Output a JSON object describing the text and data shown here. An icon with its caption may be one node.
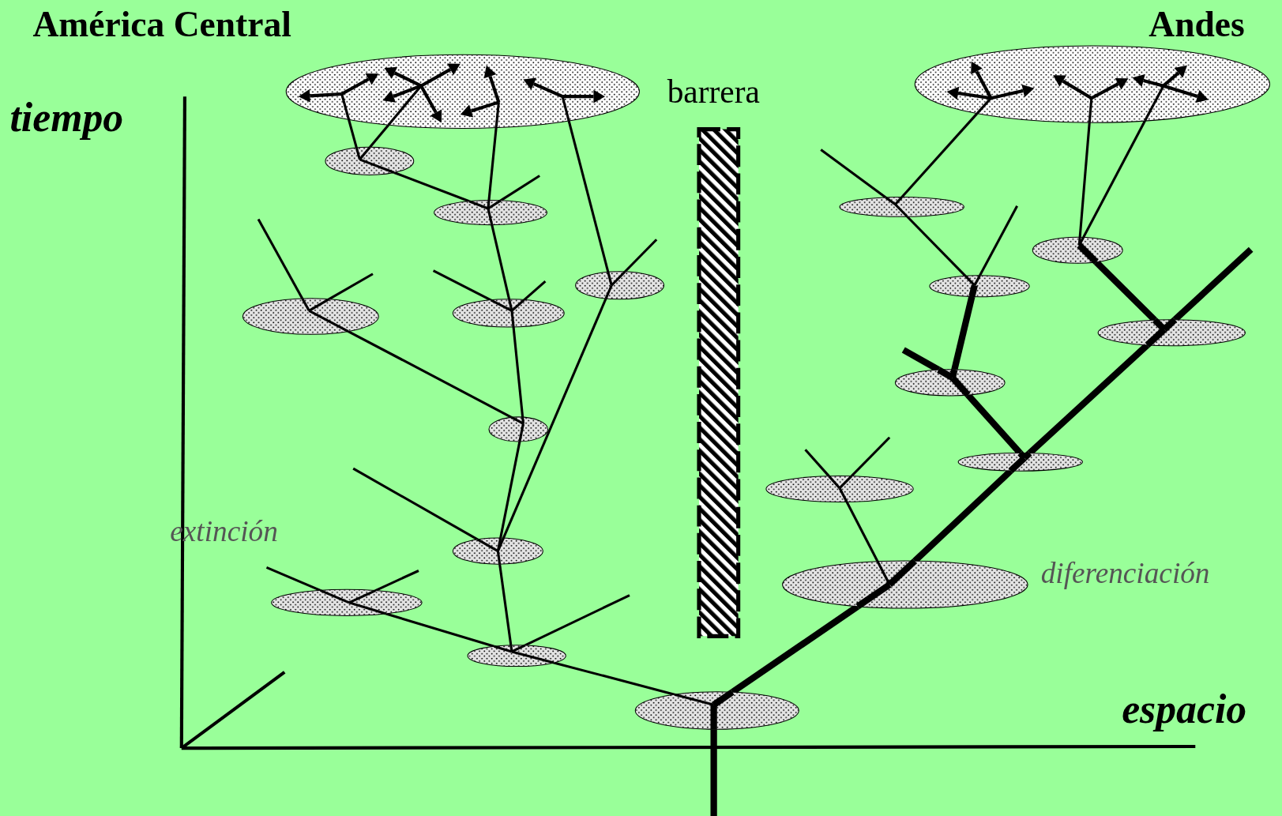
{
  "diagram": {
    "nodes": [
      {
        "text": [],
        "shape": "ellipse"
      },
      {
        "text": [
          "barrera"
        ]
      },
      {
        "text": [],
        "shape": "ellipse"
      },
      {
        "text": [],
        "shape": "ellipse"
      },
      {
        "text": [],
        "shape": "ellipse"
      },
      {
        "text": [],
        "shape": "ellipse"
      },
      {
        "text": [],
        "shape": "ellipse"
      },
      {
        "text": [],
        "shape": "ellipse"
      },
      {
        "text": [],
        "shape": "ellipse"
      },
      {
        "text": [],
        "shape": "ellipse"
      },
      {
        "text": [],
        "shape": "ellipse"
      },
      {
        "text": [],
        "shape": "ellipse"
      },
      {
        "text": [],
        "shape": "ellipse"
      },
      {
        "text": [],
        "shape": "ellipse"
      },
      {
        "text": [],
        "shape": "ellipse"
      },
      {
        "text": [],
        "shape": "ellipse"
      },
      {
        "text": [],
        "shape": "ellipse"
      },
      {
        "text": [],
        "shape": "ellipse"
      },
      {
        "text": [],
        "shape": "ellipse"
      },
      {
        "text": [],
        "shape": "ellipse"
      },
      {
        "text": [],
        "shape": "ellipse"
      }
    ],
    "edges": [
      {
        "from": 20,
        "to": null,
        "arrow": "none",
        "style": "thick"
      },
      {
        "from": 20,
        "to": 19,
        "arrow": "none"
      },
      {
        "from": 20,
        "to": 17,
        "arrow": "none",
        "style": "thick"
      },
      {
        "from": 19,
        "to": 18,
        "arrow": "none"
      },
      {
        "from": 19,
        "to": 16,
        "arrow": "none"
      },
      {
        "from": 19,
        "to": null,
        "arrow": "none"
      },
      {
        "from": 18,
        "to": null,
        "arrow": "none"
      },
      {
        "from": 18,
        "to": null,
        "arrow": "none"
      },
      {
        "from": 16,
        "to": 13,
        "arrow": "none"
      },
      {
        "from": 16,
        "to": 7,
        "arrow": "none"
      },
      {
        "from": 16,
        "to": null,
        "arrow": "none"
      },
      {
        "from": 13,
        "to": 9,
        "arrow": "none"
      },
      {
        "from": 13,
        "to": 10,
        "arrow": "none"
      },
      {
        "from": 9,
        "to": null,
        "arrow": "none"
      },
      {
        "from": 9,
        "to": null,
        "arrow": "none"
      },
      {
        "from": 10,
        "to": 5,
        "arrow": "none"
      },
      {
        "from": 10,
        "to": null,
        "arrow": "none"
      },
      {
        "from": 10,
        "to": null,
        "arrow": "none"
      },
      {
        "from": 5,
        "to": 3,
        "arrow": "none"
      },
      {
        "from": 5,
        "to": 0,
        "arrow": "none"
      },
      {
        "from": 5,
        "to": null,
        "arrow": "none"
      },
      {
        "from": 3,
        "to": 0,
        "arrow": "none"
      },
      {
        "from": 3,
        "to": 0,
        "arrow": "none"
      },
      {
        "from": 7,
        "to": 0,
        "arrow": "none"
      },
      {
        "from": 7,
        "to": null,
        "arrow": "none"
      },
      {
        "from": 17,
        "to": 15,
        "arrow": "none"
      },
      {
        "from": 17,
        "to": 14,
        "arrow": "none",
        "style": "thick"
      },
      {
        "from": 15,
        "to": null,
        "arrow": "none"
      },
      {
        "from": 15,
        "to": null,
        "arrow": "none"
      },
      {
        "from": 14,
        "to": 12,
        "arrow": "none",
        "style": "thick"
      },
      {
        "from": 14,
        "to": 11,
        "arrow": "none",
        "style": "thick"
      },
      {
        "from": 12,
        "to": null,
        "arrow": "none",
        "style": "thick"
      },
      {
        "from": 12,
        "to": 8,
        "arrow": "none",
        "style": "thick"
      },
      {
        "from": 8,
        "to": 4,
        "arrow": "none"
      },
      {
        "from": 8,
        "to": null,
        "arrow": "none"
      },
      {
        "from": 4,
        "to": null,
        "arrow": "none"
      },
      {
        "from": 4,
        "to": 2,
        "arrow": "none"
      },
      {
        "from": 11,
        "to": 6,
        "arrow": "none",
        "style": "thick"
      },
      {
        "from": 11,
        "to": null,
        "arrow": "none",
        "style": "thick"
      },
      {
        "from": 6,
        "to": 2,
        "arrow": "none"
      },
      {
        "from": 6,
        "to": 2,
        "arrow": "none"
      }
    ],
    "labels": [
      "América Central",
      "Andes",
      "tiempo",
      "espacio",
      "extinción",
      "diferenciación"
    ]
  }
}
